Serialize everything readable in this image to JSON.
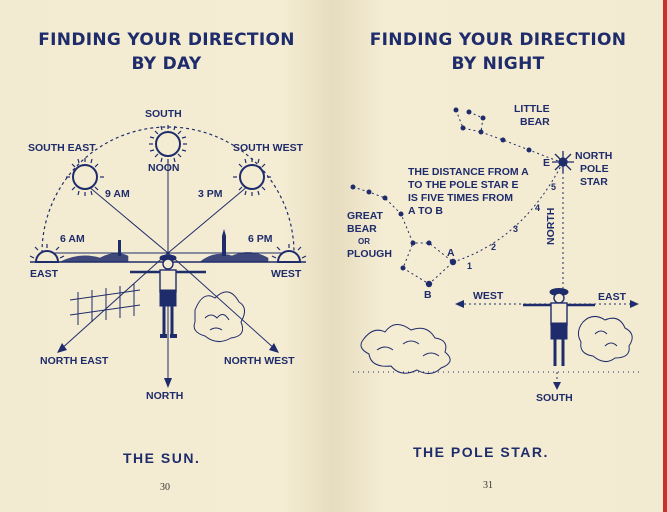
{
  "left_page": {
    "title_line1": "FINDING YOUR DIRECTION",
    "title_line2": "BY DAY",
    "labels": {
      "south": "SOUTH",
      "noon": "NOON",
      "south_east": "SOUTH EAST",
      "south_west": "SOUTH WEST",
      "nine_am": "9 AM",
      "three_pm": "3 PM",
      "six_am": "6 AM",
      "six_pm": "6 PM",
      "east": "EAST",
      "west": "WEST",
      "north_east": "NORTH EAST",
      "north_west": "NORTH WEST",
      "north": "NORTH"
    },
    "caption": "THE SUN.",
    "page_number": "30"
  },
  "right_page": {
    "title_line1": "FINDING YOUR DIRECTION",
    "title_line2": "BY NIGHT",
    "labels": {
      "little_bear_1": "LITTLE",
      "little_bear_2": "BEAR",
      "north_pole_1": "NORTH",
      "north_pole_2": "POLE",
      "north_pole_3": "STAR",
      "star_e": "E",
      "distance_1": "THE DISTANCE FROM A",
      "distance_2": "TO THE POLE STAR E",
      "distance_3": "IS FIVE TIMES FROM",
      "distance_4": "A TO B",
      "great_1": "GREAT",
      "great_2": "BEAR",
      "great_3": "OR",
      "great_4": "PLOUGH",
      "star_a": "A",
      "star_b": "B",
      "n1": "1",
      "n2": "2",
      "n3": "3",
      "n4": "4",
      "n5": "5",
      "north_vertical": "NORTH",
      "west": "WEST",
      "east": "EAST",
      "south": "SOUTH"
    },
    "caption": "THE POLE STAR.",
    "page_number": "31"
  },
  "colors": {
    "ink": "#1f2c6b",
    "paper": "#f4ecd2",
    "cover": "#c8322c"
  }
}
